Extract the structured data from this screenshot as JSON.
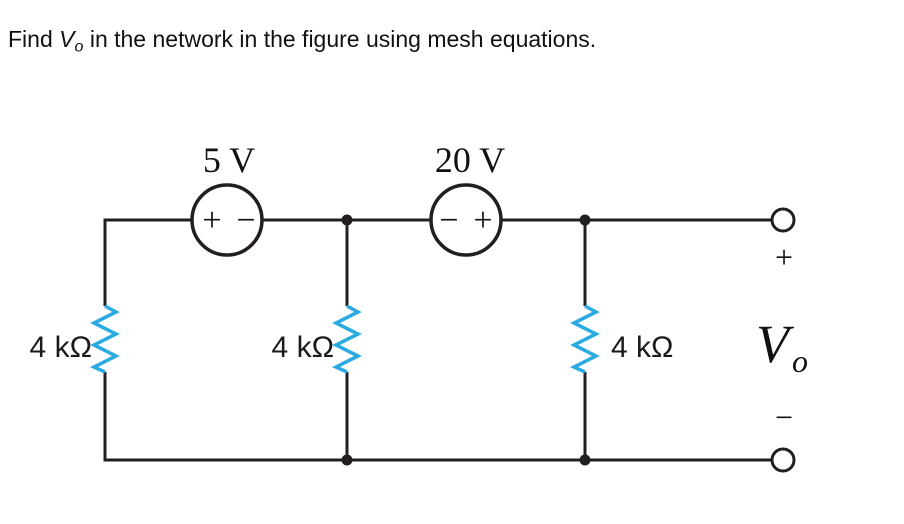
{
  "title": {
    "prefix": "Find ",
    "variable": "V",
    "variable_sub": "o",
    "suffix": " in the network in the figure using mesh equations."
  },
  "circuit": {
    "voltage_sources": [
      {
        "label": "5 V",
        "polarity_left": "+",
        "polarity_right": "−"
      },
      {
        "label": "20 V",
        "polarity_left": "−",
        "polarity_right": "+"
      }
    ],
    "resistors": [
      {
        "label": "4 kΩ",
        "position": "left"
      },
      {
        "label": "4 kΩ",
        "position": "middle"
      },
      {
        "label": "4 kΩ",
        "position": "right"
      }
    ],
    "output": {
      "plus_label": "+",
      "minus_label": "−",
      "variable": "V",
      "variable_sub": "o"
    }
  },
  "colors": {
    "wire": "#231F20",
    "resistor": "#29ABE2",
    "text": "#111111"
  }
}
